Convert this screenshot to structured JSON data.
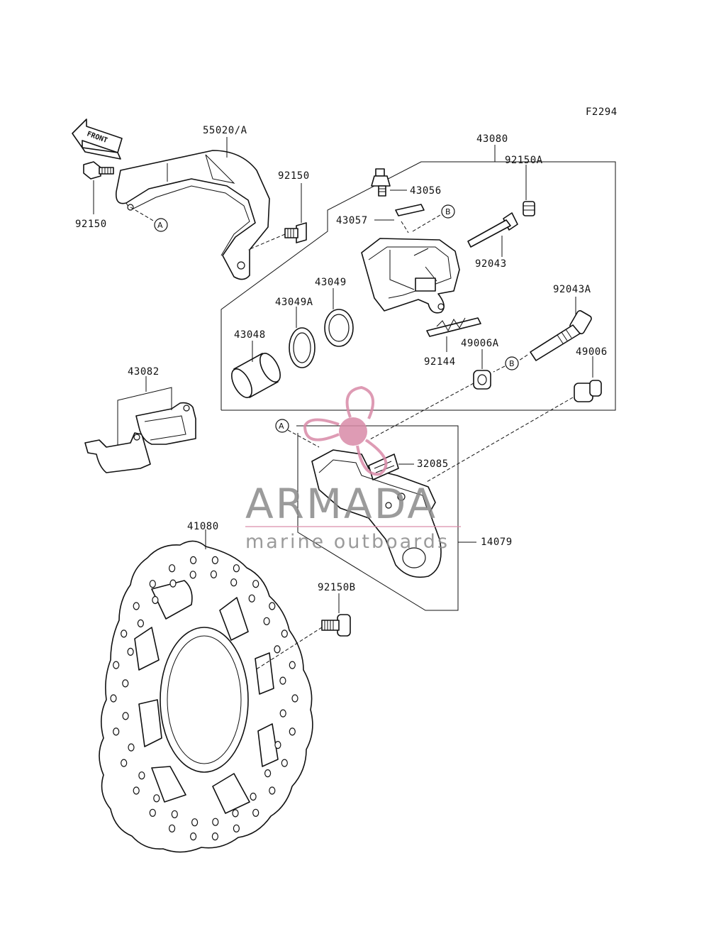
{
  "figure_code": "F2294",
  "front_label": "FRONT",
  "parts": {
    "guard": "55020/A",
    "bolt_left": "92150",
    "bolt_guard": "92150",
    "caliper_assy": "43080",
    "bleeder": "43056",
    "bleeder_cap": "43057",
    "cap": "92150A",
    "pin": "92043",
    "seal_outer": "43049",
    "seal_inner": "43049A",
    "piston": "43048",
    "pin_a": "92043A",
    "spring": "92144",
    "boot_a": "49006A",
    "boot": "49006",
    "pads": "43082",
    "spring_bracket": "32085",
    "bracket": "14079",
    "disc": "41080",
    "disc_bolt": "92150B"
  },
  "refs": {
    "a": "A",
    "b": "B"
  },
  "watermark": {
    "brand": "ARMADA",
    "tagline": "marine outboards",
    "colors": {
      "accent": "#d98aa8",
      "text": "#8a8a8a"
    }
  }
}
